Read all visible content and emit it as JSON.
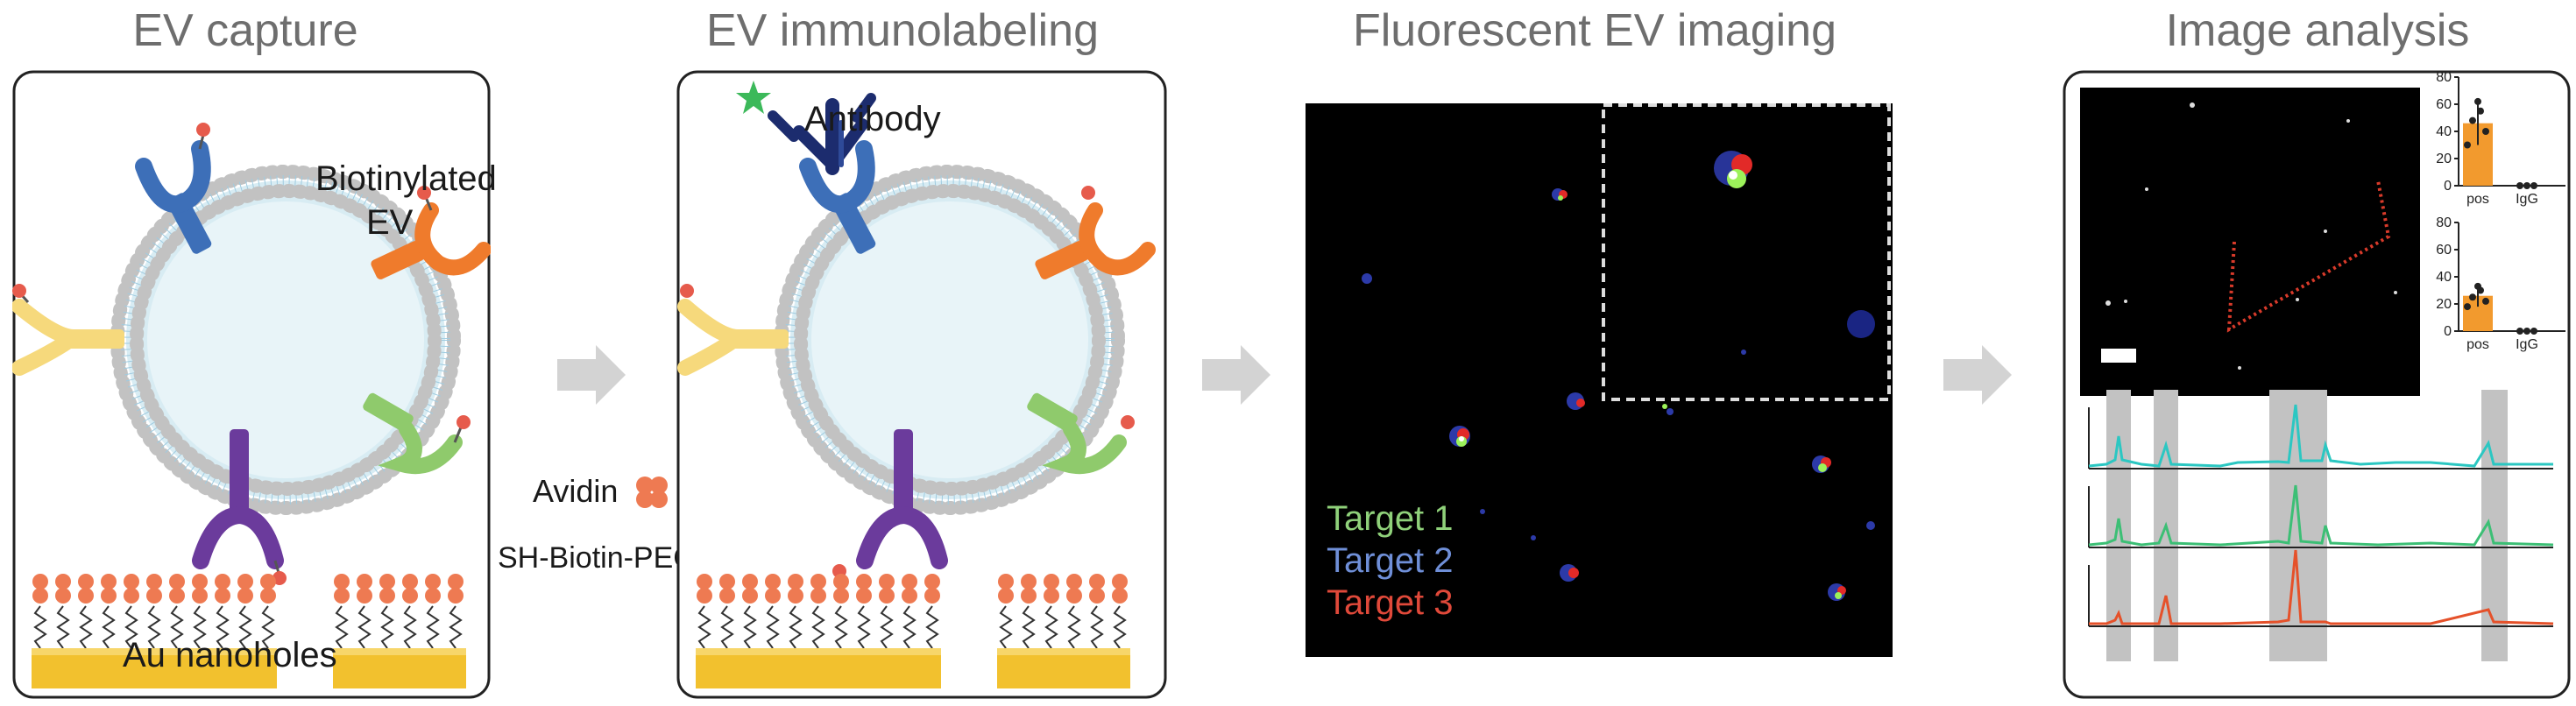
{
  "panels": {
    "capture": {
      "title": "EV capture",
      "ev_label_line1": "Biotinylated",
      "ev_label_line2": "EV",
      "substrate_label": "Au nanoholes"
    },
    "immunolabeling": {
      "title": "EV immunolabeling",
      "antibody_label": "Antibody"
    },
    "linker": {
      "avidin_label": "Avidin",
      "peg_label": "SH-Biotin-PEG"
    },
    "imaging": {
      "title": "Fluorescent EV imaging",
      "legend": [
        {
          "label": "Target 1",
          "color": "#8fd17a"
        },
        {
          "label": "Target 2",
          "color": "#6f8fd8"
        },
        {
          "label": "Target 3",
          "color": "#e0493a"
        }
      ]
    },
    "analysis": {
      "title": "Image analysis"
    }
  },
  "colors": {
    "title_gray": "#6e6e6e",
    "membrane_fill": "#d8ecf3",
    "lipid_head": "#b3b3b3",
    "receptor_blue": "#3d6fb8",
    "receptor_orange": "#ef7b2c",
    "receptor_yellow": "#f6d97c",
    "receptor_green": "#8fca6c",
    "receptor_purple": "#6b3b9c",
    "biotin_red": "#e65b4c",
    "avidin": "#ee7a52",
    "gold": "#f2c12e",
    "antibody_navy": "#1c2c6e",
    "star_green": "#3cb95a",
    "arrow_gray": "#d3d3d3",
    "bar_orange": "#f29a2e",
    "trace_cyan": "#2bc7c2",
    "trace_green": "#3cbf75",
    "trace_orange": "#e5512a"
  },
  "chart_data": [
    {
      "type": "bar",
      "categories": [
        "pos",
        "IgG"
      ],
      "values": [
        46,
        0
      ],
      "points": [
        [
          62,
          55,
          48,
          40,
          30
        ],
        [
          0,
          0,
          0
        ]
      ],
      "ylim": [
        0,
        80
      ],
      "yticks": [
        0,
        20,
        40,
        60,
        80
      ]
    },
    {
      "type": "bar",
      "categories": [
        "pos",
        "IgG"
      ],
      "values": [
        26,
        0
      ],
      "points": [
        [
          33,
          30,
          25,
          22,
          18
        ],
        [
          0,
          0,
          0
        ]
      ],
      "ylim": [
        0,
        80
      ],
      "yticks": [
        0,
        20,
        40,
        60,
        80
      ]
    }
  ]
}
